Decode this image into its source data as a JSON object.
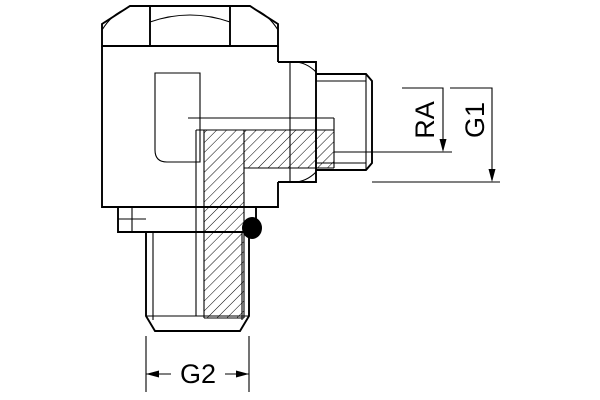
{
  "drawing": {
    "labels": {
      "ra": "RA",
      "g1": "G1",
      "g2": "G2"
    },
    "colors": {
      "line": "#000000",
      "background": "#ffffff",
      "seal_fill": "#000000"
    }
  }
}
